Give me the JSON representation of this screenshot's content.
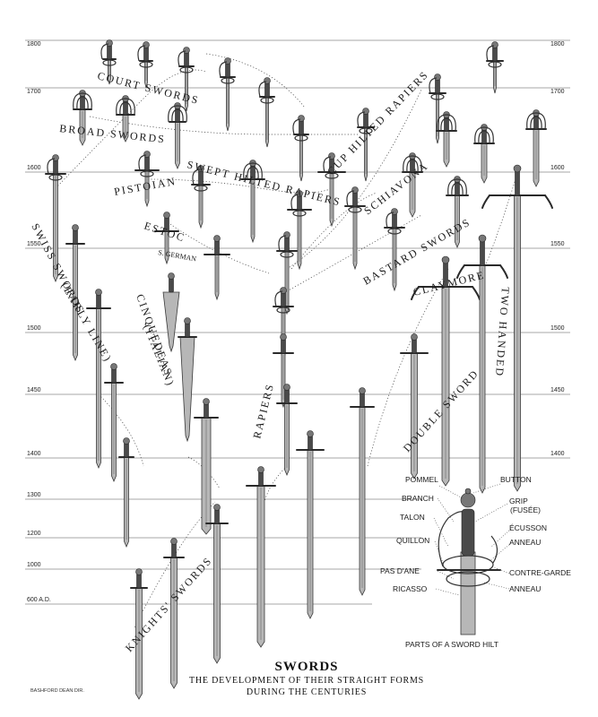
{
  "figure": {
    "title": "SWORDS",
    "subtitle_line1": "THE DEVELOPMENT OF THEIR STRAIGHT FORMS",
    "subtitle_line2": "DURING THE CENTURIES",
    "credit": "BASHFORD DEAN DIR."
  },
  "timeline": {
    "left_years": [
      "1800",
      "1700",
      "1600",
      "1550",
      "1500",
      "1450",
      "1400",
      "1300",
      "1200",
      "1000",
      "600 A.D."
    ],
    "right_years": [
      "1800",
      "1700",
      "1600",
      "1550",
      "1500",
      "1450",
      "1400"
    ]
  },
  "groups": {
    "court_swords": "COURT SWORDS",
    "broad_swords": "BROAD SWORDS",
    "cup_hilted_rapiers": "CUP HILTED RAPIERS",
    "schiavona": "SCHIAVONA",
    "swept_hilted_rapiers": "SWEPT HILTED RAPIERS",
    "pistolian": "PISTOIAN",
    "estoc": "ESTOC",
    "s_german": "S. GERMAN",
    "bastard_swords": "BASTARD SWORDS",
    "claymore": "CLAYMORE",
    "swiss_swords": "SWISS SWORDS",
    "early_line": "(EARLY LINE)",
    "cinquedeas": "CINQUEDEAS",
    "italian": "(ITALIAN)",
    "rapiers": "RAPIERS",
    "two_handed": "TWO HANDED",
    "double_sword": "DOUBLE SWORD",
    "knights_swords": "KNIGHTS' SWORDS"
  },
  "hilt_parts": {
    "caption": "PARTS OF A SWORD HILT",
    "pommel": "POMMEL",
    "button": "BUTTON",
    "branch": "BRANCH",
    "grip": "GRIP",
    "fusee": "(FUSÉE)",
    "talon": "TALON",
    "ecusson": "ÉCUSSON",
    "quillon": "QUILLON",
    "anneau_1": "ANNEAU",
    "pas_dane": "PAS D'ANE",
    "contre_garde": "CONTRE-GARDE",
    "ricasso": "RICASSO",
    "anneau_2": "ANNEAU"
  }
}
